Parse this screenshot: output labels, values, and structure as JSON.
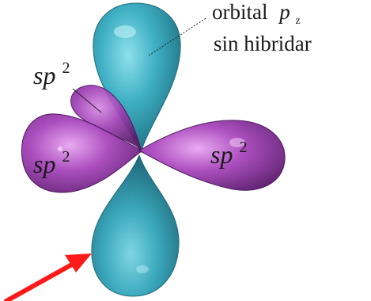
{
  "labels": {
    "orbital_line1_text": "orbital",
    "orbital_line1_var": "p",
    "orbital_line1_sub": "z",
    "orbital_line2": "sin hibridar",
    "sp2_base": "sp",
    "sp2_exp": "2"
  },
  "colors": {
    "p_orbital": "#3fa9bd",
    "sp2_orbital": "#9c3fb0",
    "arrow": "#ff1a1a",
    "text": "#1a1a1a"
  }
}
